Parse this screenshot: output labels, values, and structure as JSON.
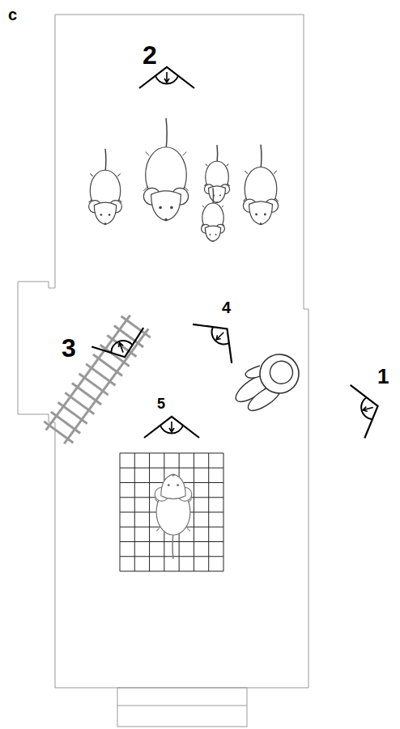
{
  "diagram": {
    "labels": [
      "c",
      "2",
      "4",
      "3",
      "5",
      "1"
    ]
  }
}
